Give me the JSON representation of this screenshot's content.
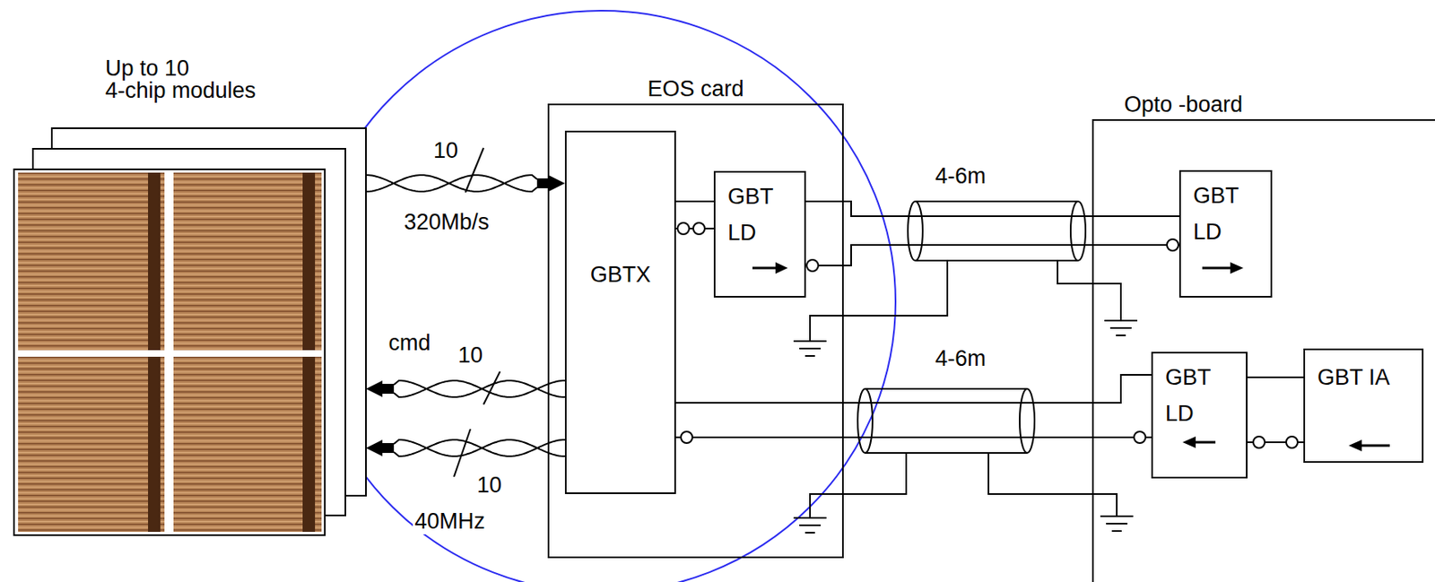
{
  "diagram": {
    "nodes": [
      {
        "text": [
          "Up to 10 4-chip modules"
        ]
      },
      {
        "text": [
          "EOS card"
        ]
      },
      {
        "text": [
          "GBTX"
        ],
        "in": 1
      },
      {
        "text": [
          "GBT LD"
        ],
        "in": 1
      },
      {
        "text": [
          "Opto -board"
        ]
      },
      {
        "text": [
          "GBT LD"
        ],
        "in": 4
      },
      {
        "text": [
          "GBT LD"
        ],
        "in": 4
      },
      {
        "text": [
          "GBT IA"
        ],
        "in": 4
      }
    ],
    "edges": [
      {
        "from": 0,
        "to": 2,
        "arrow": "to",
        "label": "320Mb/s"
      },
      {
        "from": 2,
        "to": 0,
        "arrow": "to",
        "label": "cmd"
      },
      {
        "from": 2,
        "to": 0,
        "arrow": "to",
        "label": "40MHz"
      },
      {
        "from": 2,
        "to": 3,
        "arrow": "none"
      },
      {
        "from": 3,
        "to": 5,
        "arrow": "none",
        "label": "4-6m"
      },
      {
        "from": 2,
        "to": 6,
        "arrow": "none",
        "label": "4-6m"
      },
      {
        "from": 6,
        "to": 7,
        "arrow": "none"
      }
    ],
    "labels": [
      "10",
      "10",
      "10"
    ]
  }
}
